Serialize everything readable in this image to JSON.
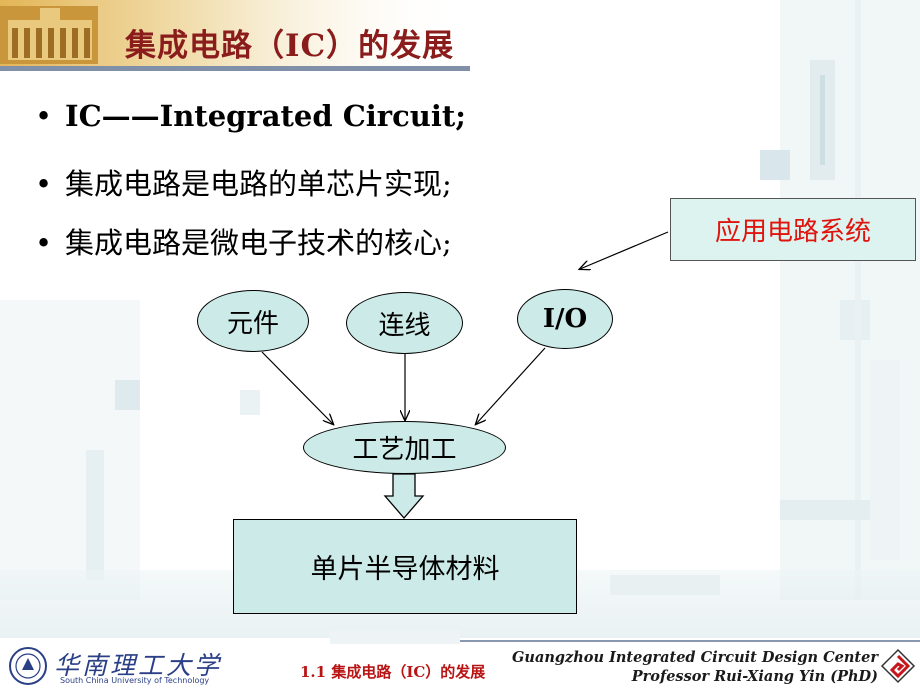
{
  "slide": {
    "title": "集成电路（IC）的发展",
    "bullets": [
      "IC——Integrated Circuit;",
      "集成电路是电路的单芯片实现;",
      "集成电路是微电子技术的核心;"
    ],
    "bullet_symbol": "•"
  },
  "diagram": {
    "application_box": "应用电路系统",
    "inputs": [
      "元件",
      "连线",
      "I/O"
    ],
    "process": "工艺加工",
    "material": "单片半导体材料"
  },
  "footer": {
    "section": "1.1 集成电路（IC）的发展",
    "center_line1": "Guangzhou Integrated Circuit Design Center",
    "center_line2": "Professor Rui-Xiang Yin (PhD)",
    "university_cn": "华南理工大学",
    "university_en": "South China University of Technology"
  },
  "colors": {
    "title": "#8b1c1c",
    "app_text": "#e0140e",
    "shape_fill": "#ccebe8",
    "app_fill": "#ddf3ef",
    "footer_section": "#b81414"
  }
}
